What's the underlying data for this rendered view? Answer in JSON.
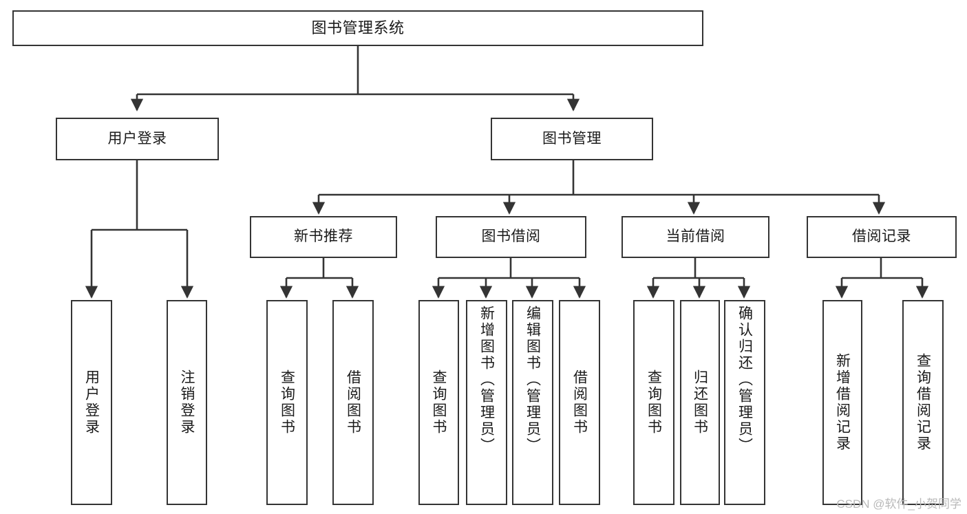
{
  "diagram": {
    "title": "图书管理系统",
    "type": "tree",
    "line_color": "#343434",
    "box_border_color": "#343434",
    "box_fill_color": "#ffffff",
    "text_color": "#1a1a1a",
    "watermark": "CSDN @软件_小贺同学",
    "levels": {
      "root": {
        "label": "图书管理系统"
      },
      "level2": [
        {
          "label": "用户登录"
        },
        {
          "label": "图书管理"
        }
      ],
      "level3": [
        {
          "label": "新书推荐"
        },
        {
          "label": "图书借阅"
        },
        {
          "label": "当前借阅"
        },
        {
          "label": "借阅记录"
        }
      ],
      "leaves": [
        {
          "label": "用户登录",
          "parent": "用户登录"
        },
        {
          "label": "注销登录",
          "parent": "用户登录"
        },
        {
          "label": "查询图书",
          "parent": "新书推荐"
        },
        {
          "label": "借阅图书",
          "parent": "新书推荐"
        },
        {
          "label": "查询图书",
          "parent": "图书借阅"
        },
        {
          "label": "新增图书（管理员）",
          "parent": "图书借阅"
        },
        {
          "label": "编辑图书（管理员）",
          "parent": "图书借阅"
        },
        {
          "label": "借阅图书",
          "parent": "图书借阅"
        },
        {
          "label": "查询图书",
          "parent": "当前借阅"
        },
        {
          "label": "归还图书",
          "parent": "当前借阅"
        },
        {
          "label": "确认归还（管理员）",
          "parent": "当前借阅"
        },
        {
          "label": "新增借阅记录",
          "parent": "借阅记录"
        },
        {
          "label": "查询借阅记录",
          "parent": "借阅记录"
        }
      ]
    }
  }
}
